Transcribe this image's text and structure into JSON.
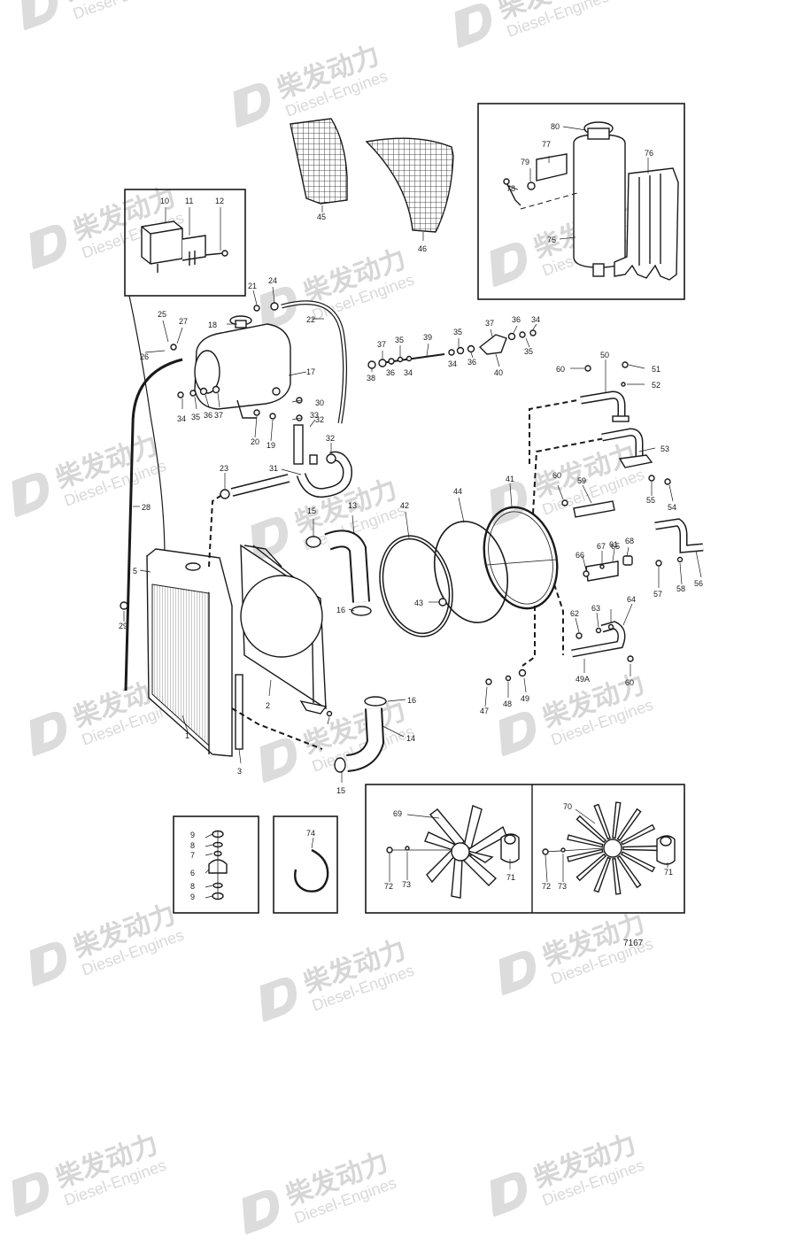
{
  "watermark": {
    "brand_cn": "柴发动力",
    "brand_en": "Diesel-Engines"
  },
  "drawing_number": "7167",
  "part_labels": {
    "p1": "1",
    "p2": "2",
    "p3": "3",
    "p5": "5",
    "p6": "6",
    "p7": "7",
    "p8": "8",
    "p9": "9",
    "p10": "10",
    "p11": "11",
    "p12": "12",
    "p13": "13",
    "p14": "14",
    "p15": "15",
    "p16": "16",
    "p17": "17",
    "p18": "18",
    "p19": "19",
    "p20": "20",
    "p21": "21",
    "p22": "22",
    "p23": "23",
    "p24": "24",
    "p25": "25",
    "p26": "26",
    "p27": "27",
    "p28": "28",
    "p29": "29",
    "p30": "30",
    "p31": "31",
    "p32": "32",
    "p33": "33",
    "p34": "34",
    "p35": "35",
    "p36": "36",
    "p37": "37",
    "p38": "38",
    "p39": "39",
    "p40": "40",
    "p41": "41",
    "p42": "42",
    "p43": "43",
    "p44": "44",
    "p45": "45",
    "p46": "46",
    "p47": "47",
    "p48": "48",
    "p49": "49",
    "p49a": "49A",
    "p50": "50",
    "p51": "51",
    "p52": "52",
    "p53": "53",
    "p54": "54",
    "p55": "55",
    "p56": "56",
    "p57": "57",
    "p58": "58",
    "p59": "59",
    "p60": "60",
    "p61": "61",
    "p62": "62",
    "p63": "63",
    "p64": "64",
    "p65": "65",
    "p66": "66",
    "p67": "67",
    "p68": "68",
    "p69": "69",
    "p70": "70",
    "p71": "71",
    "p72": "72",
    "p73": "73",
    "p74": "74",
    "p75": "75",
    "p76": "76",
    "p77": "77",
    "p78": "78",
    "p79": "79",
    "p80": "80"
  }
}
